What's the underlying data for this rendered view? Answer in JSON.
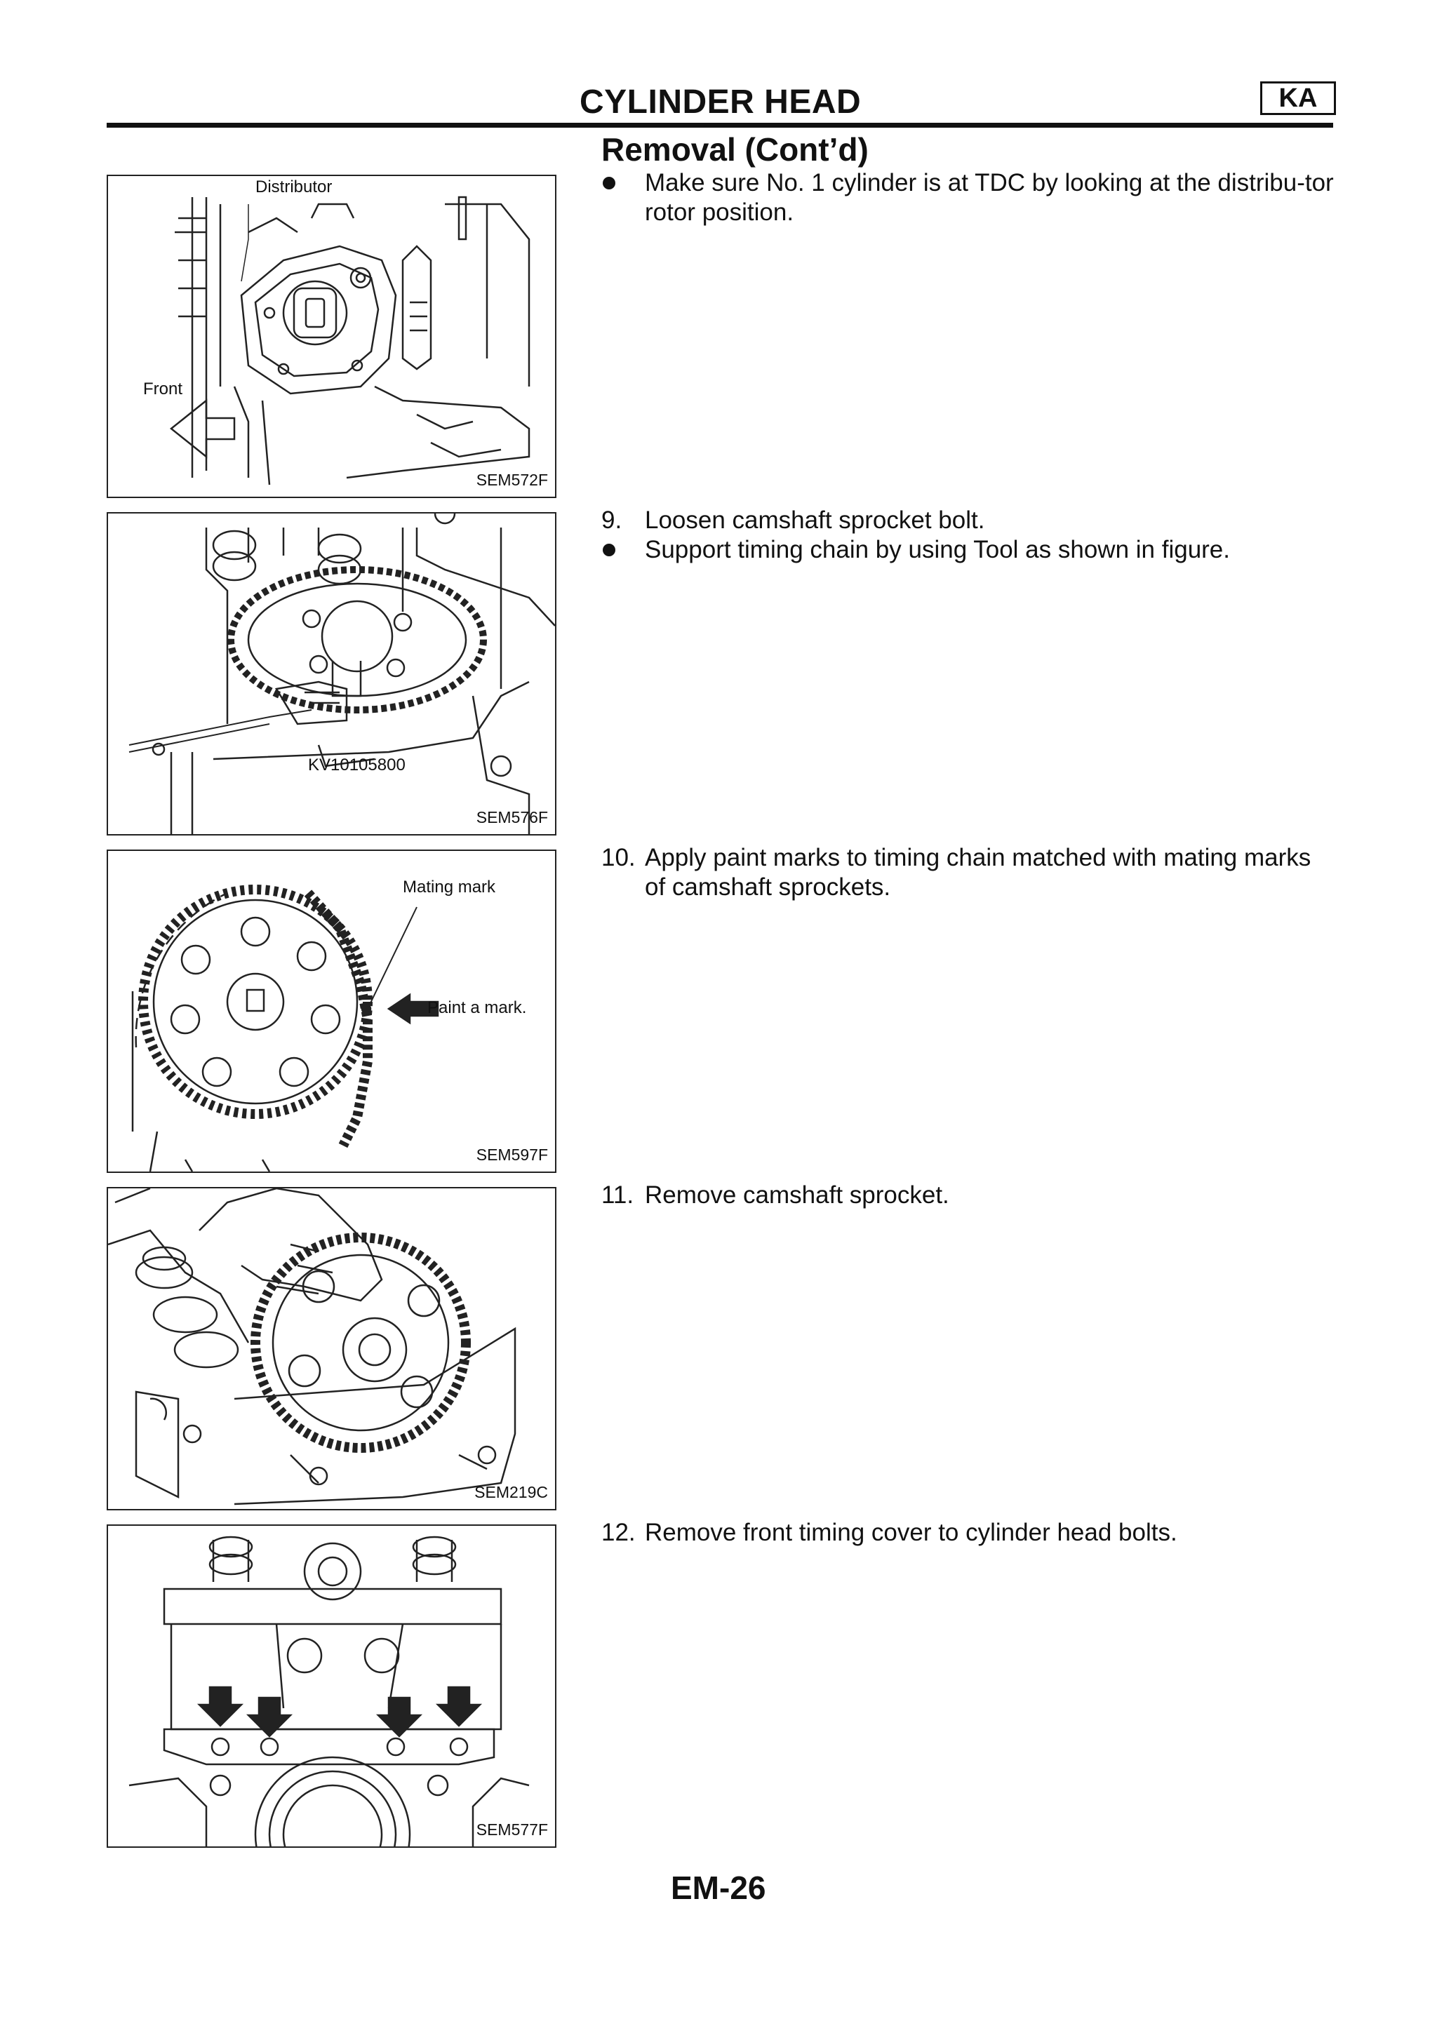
{
  "header": {
    "title": "CYLINDER HEAD",
    "badge": "KA"
  },
  "section": {
    "title": "Removal (Cont’d)"
  },
  "figures": [
    {
      "code": "SEM572F",
      "labels": {
        "distributor": "Distributor",
        "front": "Front"
      }
    },
    {
      "code": "SEM576F",
      "labels": {
        "tool": "KV10105800"
      }
    },
    {
      "code": "SEM597F",
      "labels": {
        "mating": "Mating  mark",
        "paint": "Paint  a  mark."
      }
    },
    {
      "code": "SEM219C"
    },
    {
      "code": "SEM577F"
    }
  ],
  "steps": [
    {
      "marker": "",
      "text": "Make sure No. 1 cylinder is at TDC by looking at the distribu-tor rotor position."
    },
    {
      "marker": "9.",
      "text": "Loosen camshaft sprocket bolt."
    },
    {
      "marker": "",
      "text": "Support timing chain by using Tool as shown in figure."
    },
    {
      "marker": "10.",
      "text": "Apply paint marks to timing chain matched with mating marks of camshaft sprockets."
    },
    {
      "marker": "11.",
      "text": "Remove camshaft sprocket."
    },
    {
      "marker": "12.",
      "text": "Remove front timing cover to cylinder head bolts."
    }
  ],
  "footer": {
    "page_number": "EM-26"
  }
}
